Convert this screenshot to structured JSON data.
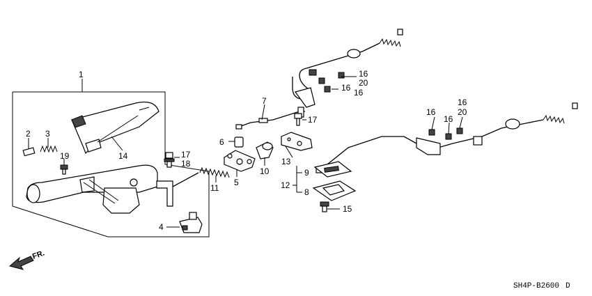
{
  "diagram_code": "SH4P-B2600",
  "diagram_code_suffix": "D",
  "front_arrow_label": "FR.",
  "callouts": {
    "c1": "1",
    "c2": "2",
    "c3": "3",
    "c4": "4",
    "c5": "5",
    "c6": "6",
    "c7": "7",
    "c8": "8",
    "c9": "9",
    "c10": "10",
    "c11": "11",
    "c12": "12",
    "c13": "13",
    "c14": "14",
    "c15": "15",
    "c16a": "16",
    "c20a": "20",
    "c16b": "16",
    "c16c": "16",
    "c17a": "17",
    "c17b": "17",
    "c18": "18",
    "c19": "19",
    "c16d": "16",
    "c16e": "16",
    "c16f": "16",
    "c20b": "20"
  },
  "colors": {
    "line": "#000000",
    "background": "#ffffff"
  },
  "icons": {
    "front_arrow": "front-arrow-icon"
  }
}
